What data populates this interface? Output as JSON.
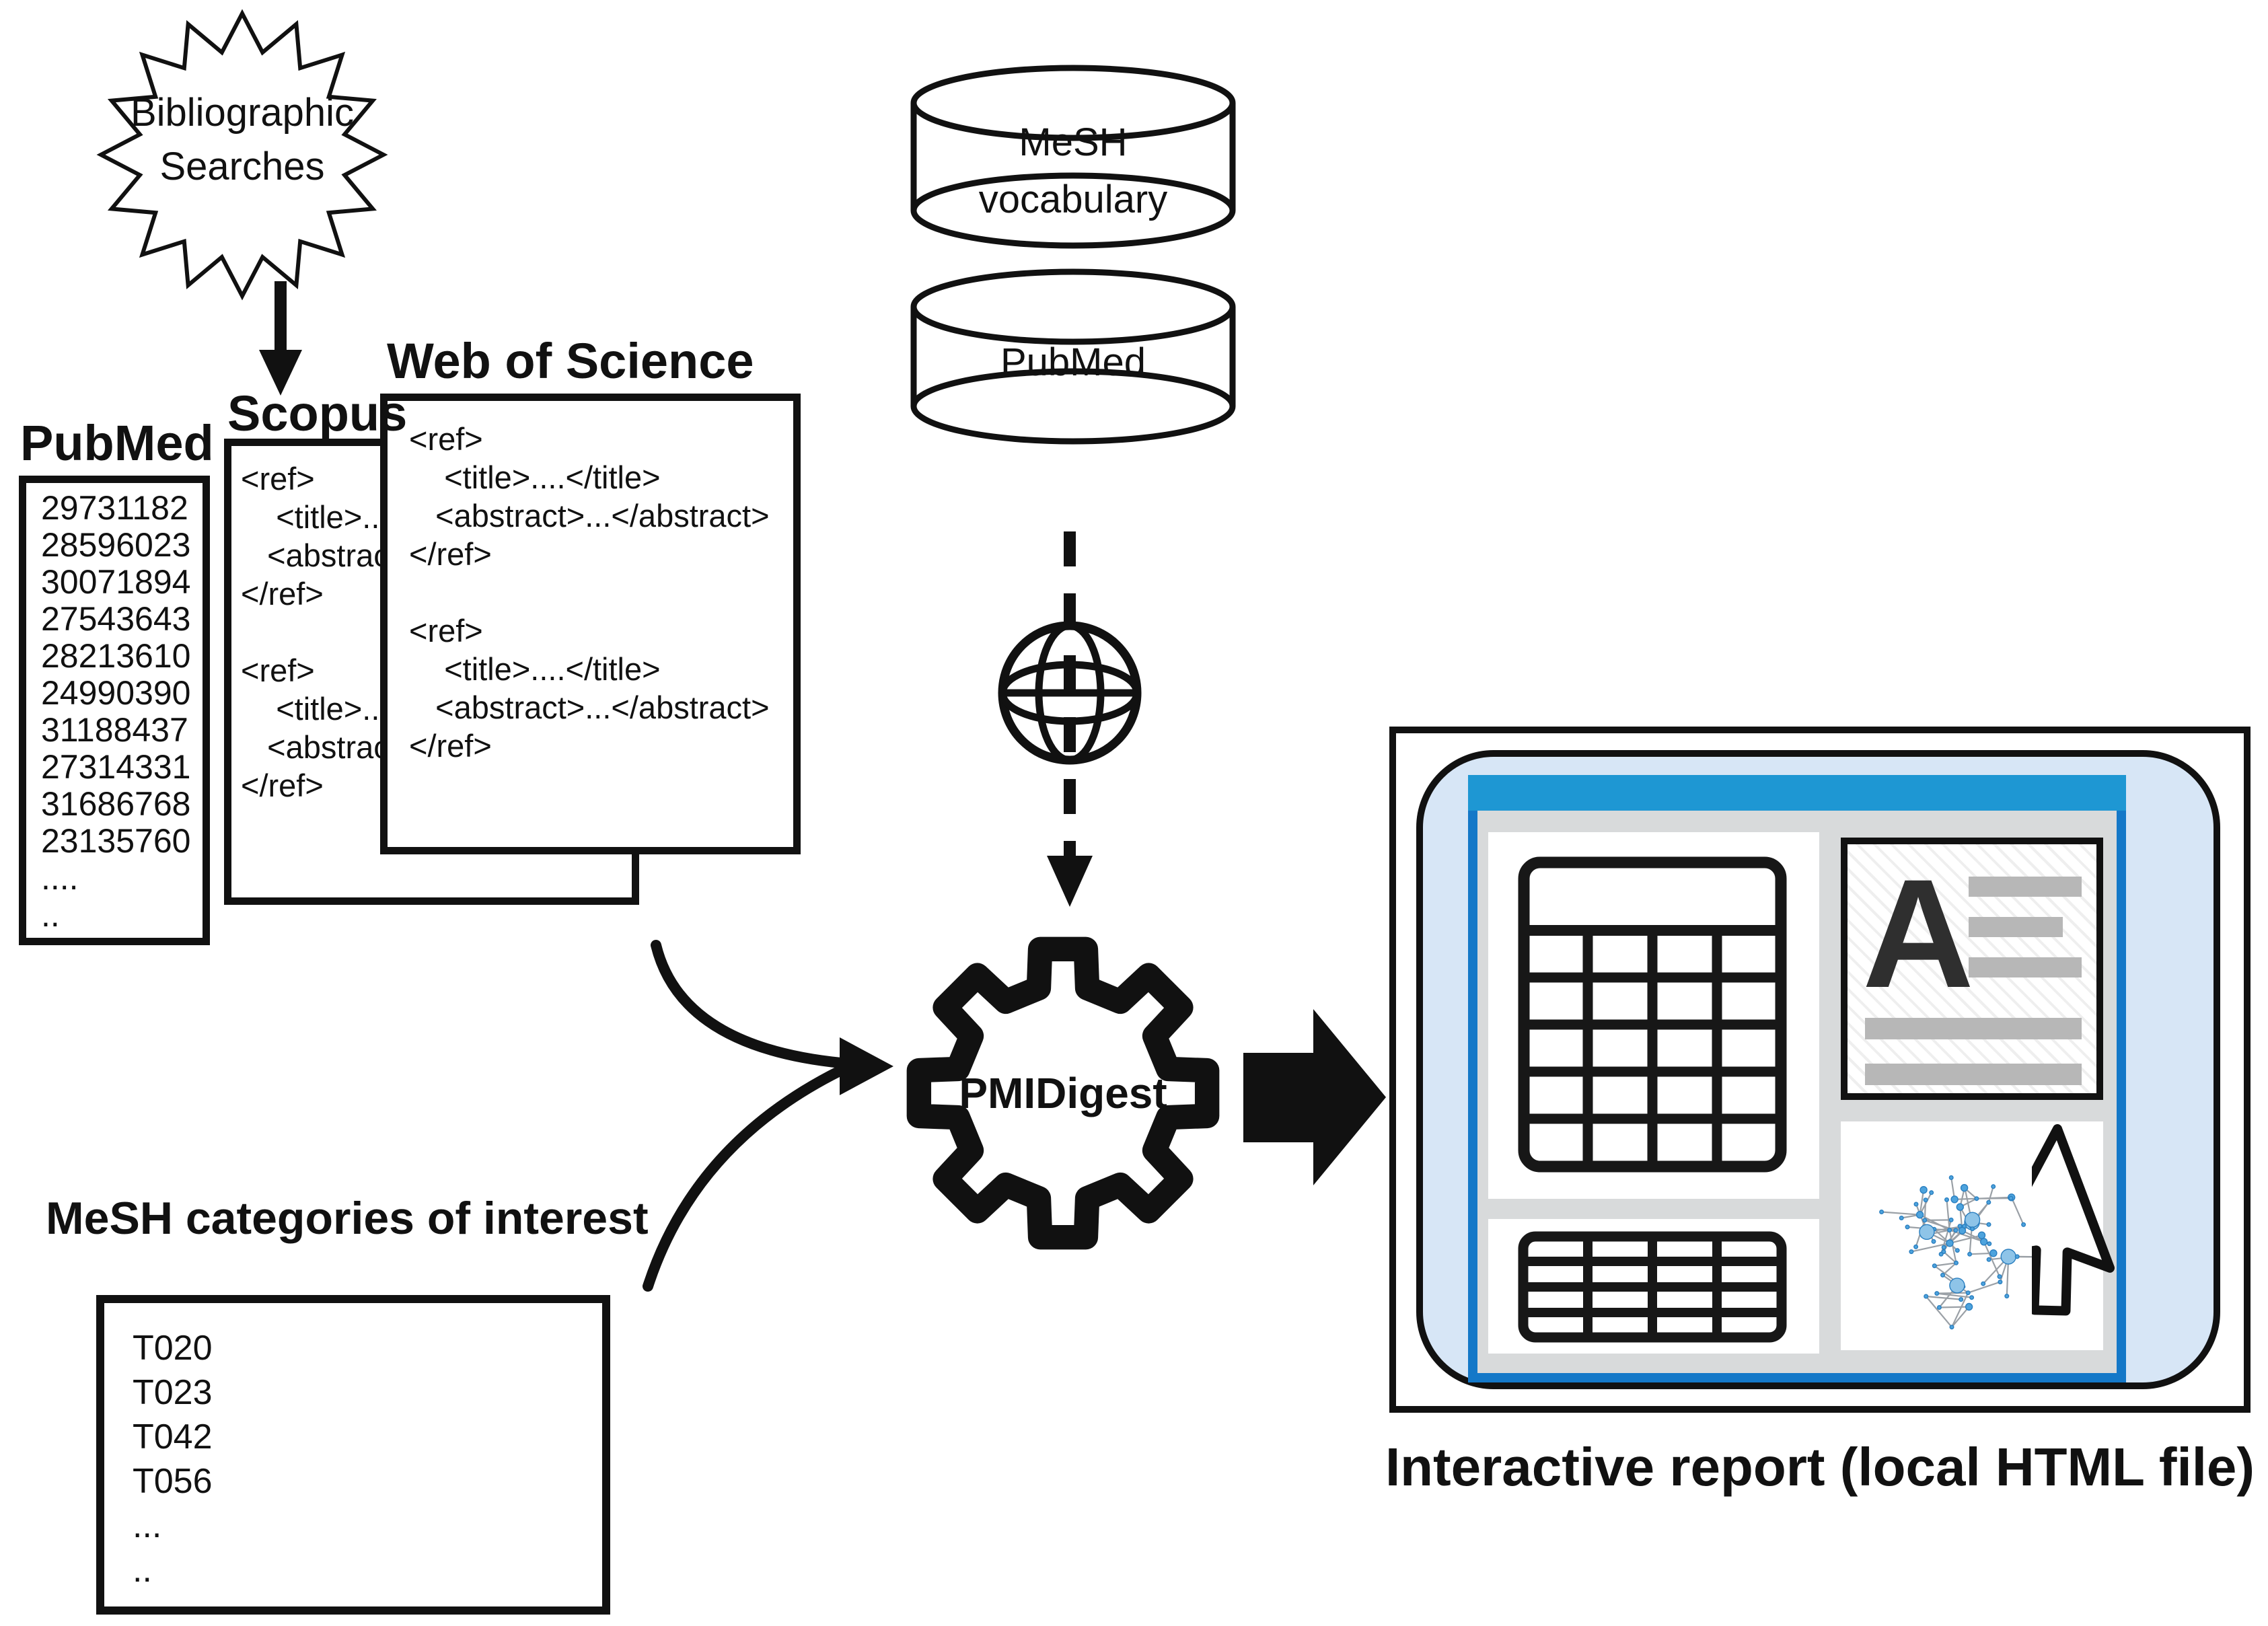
{
  "figure": "PMIDigest workflow diagram",
  "starburst": {
    "line1": "Bibliographic",
    "line2": "Searches"
  },
  "sources": {
    "pubmed": {
      "label": "PubMed",
      "ids": [
        "29731182",
        "28596023",
        "30071894",
        "27543643",
        "28213610",
        "24990390",
        "31188437",
        "27314331",
        "31686768",
        "23135760",
        "....",
        ".."
      ]
    },
    "scopus": {
      "label": "Scopus",
      "lines": [
        "<ref>",
        "    <title>....",
        "   <abstract",
        "</ref>",
        " ",
        "<ref>",
        "    <title>....",
        "   <abstract",
        "</ref>"
      ]
    },
    "wos": {
      "label": "Web of Science",
      "lines": [
        "<ref>",
        "    <title>....</title>",
        "   <abstract>...</abstract>",
        "</ref>",
        " ",
        "<ref>",
        "    <title>....</title>",
        "   <abstract>...</abstract>",
        "</ref>"
      ]
    }
  },
  "databases": {
    "mesh": {
      "line1": "MeSH",
      "line2": "vocabulary"
    },
    "pubmed": {
      "label": "PubMed"
    }
  },
  "gear": {
    "label": "PMIDigest"
  },
  "mesh_categories": {
    "heading": "MeSH categories of interest",
    "codes": [
      "T020",
      "T023",
      "T042",
      "T056",
      "...",
      ".."
    ]
  },
  "report": {
    "caption": "Interactive report (local HTML file)",
    "document_icon_letter": "A"
  },
  "icons": {
    "starburst": "16-point star burst",
    "globe": "wireframe globe",
    "gear": "cog wheel",
    "database": "cylinder stack",
    "table": "data table grid",
    "document": "text page with letter A",
    "network": "node-link graph",
    "cursor": "mouse pointer arrow"
  },
  "colors": {
    "ink": "#111111",
    "titlebar_blue": "#1e97d3",
    "frame_blue": "#1478c8",
    "panel_blue": "#d7e6f6",
    "content_gray": "#d8dadb",
    "bar_gray": "#b7b7b7",
    "node_blue": "#4da3dd",
    "edge_gray": "#9aa0a6"
  }
}
